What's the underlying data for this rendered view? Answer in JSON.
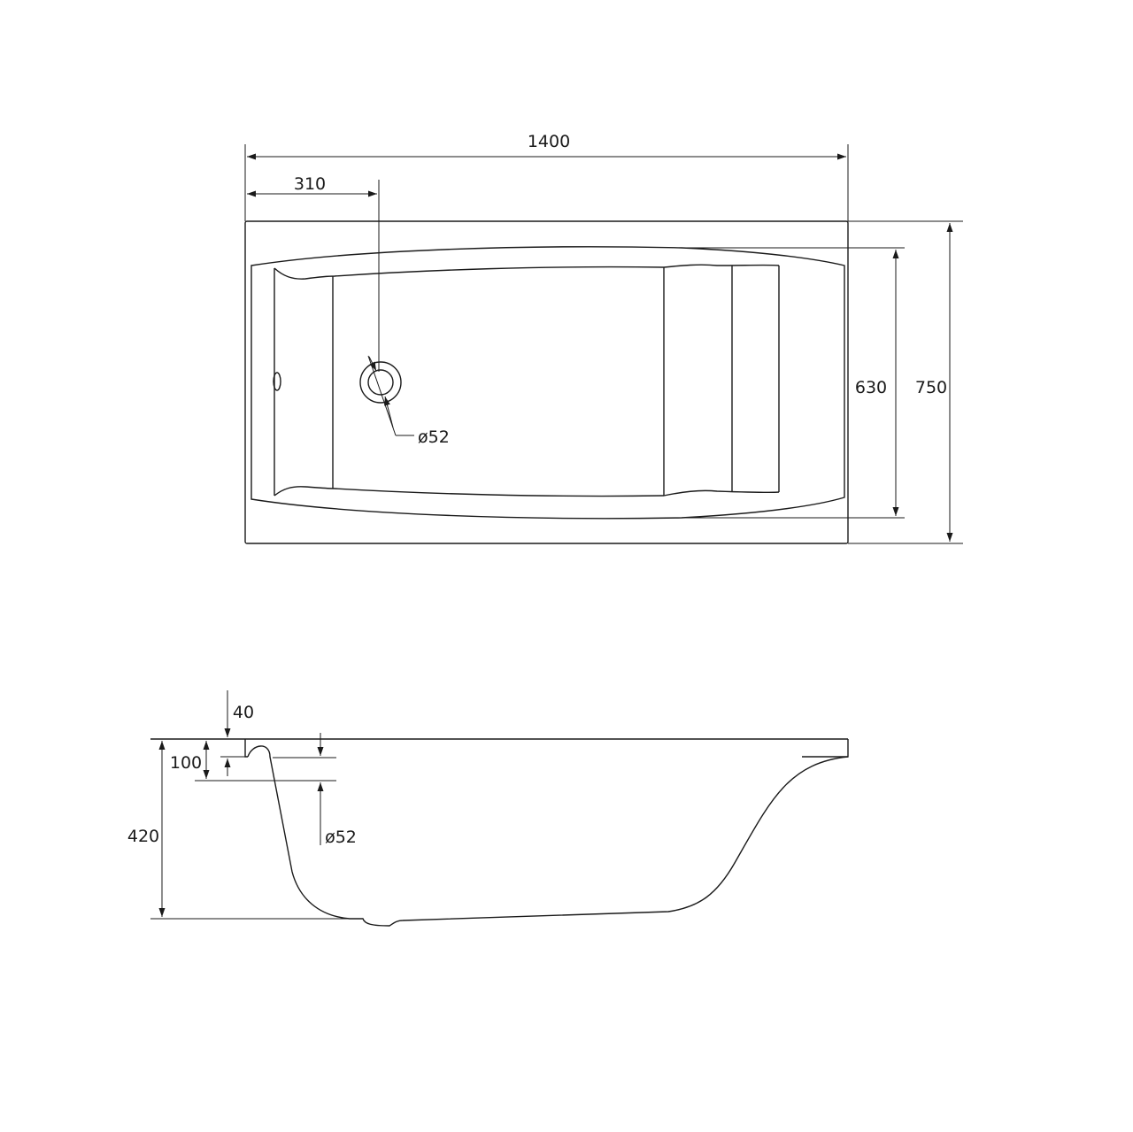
{
  "top_view": {
    "overall_length": "1400",
    "drain_offset": "310",
    "inner_width": "630",
    "overall_width": "750",
    "drain_diameter": "ø52"
  },
  "side_view": {
    "rim_thickness": "40",
    "overflow_height": "100",
    "overall_height": "420",
    "overflow_diameter": "ø52"
  }
}
